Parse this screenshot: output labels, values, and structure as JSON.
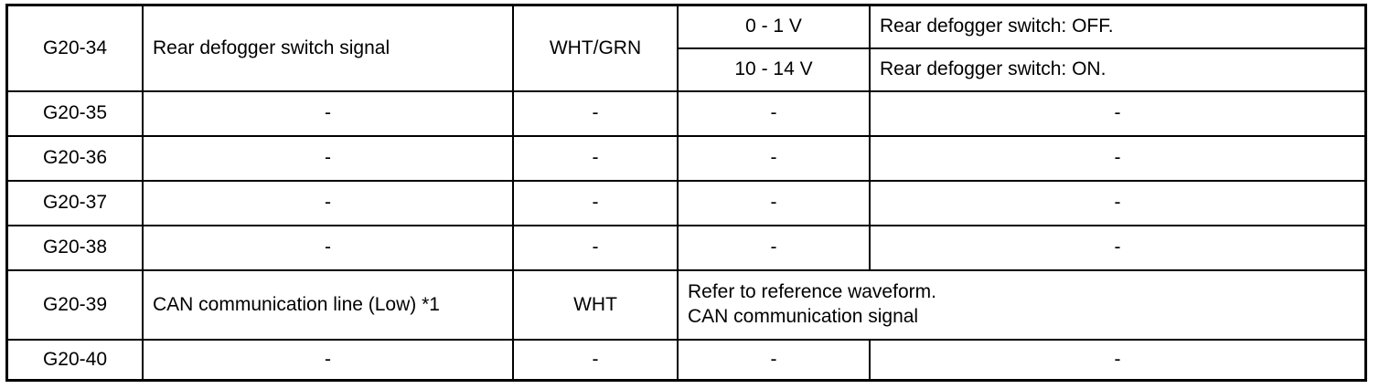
{
  "table": {
    "columns": [
      "terminal",
      "signal_name",
      "wire_color",
      "value",
      "condition"
    ],
    "dash": "-",
    "rows": [
      {
        "terminal": "G20-34",
        "signal_name": "Rear defogger switch signal",
        "wire_color": "WHT/GRN",
        "measurements": [
          {
            "value": "0 - 1 V",
            "condition": "Rear defogger switch: OFF."
          },
          {
            "value": "10 - 14 V",
            "condition": "Rear defogger switch: ON."
          }
        ]
      },
      {
        "terminal": "G20-35",
        "signal_name": "-",
        "wire_color": "-",
        "value": "-",
        "condition": "-"
      },
      {
        "terminal": "G20-36",
        "signal_name": "-",
        "wire_color": "-",
        "value": "-",
        "condition": "-"
      },
      {
        "terminal": "G20-37",
        "signal_name": "-",
        "wire_color": "-",
        "value": "-",
        "condition": "-"
      },
      {
        "terminal": "G20-38",
        "signal_name": "-",
        "wire_color": "-",
        "value": "-",
        "condition": "-"
      },
      {
        "terminal": "G20-39",
        "signal_name": "CAN communication line (Low) *1",
        "wire_color": "WHT",
        "note": "Refer to reference waveform.\nCAN communication signal"
      },
      {
        "terminal": "G20-40",
        "signal_name": "-",
        "wire_color": "-",
        "value": "-",
        "condition": "-"
      }
    ]
  },
  "colors": {
    "border": "#000000",
    "text": "#000000",
    "background": "#ffffff"
  }
}
